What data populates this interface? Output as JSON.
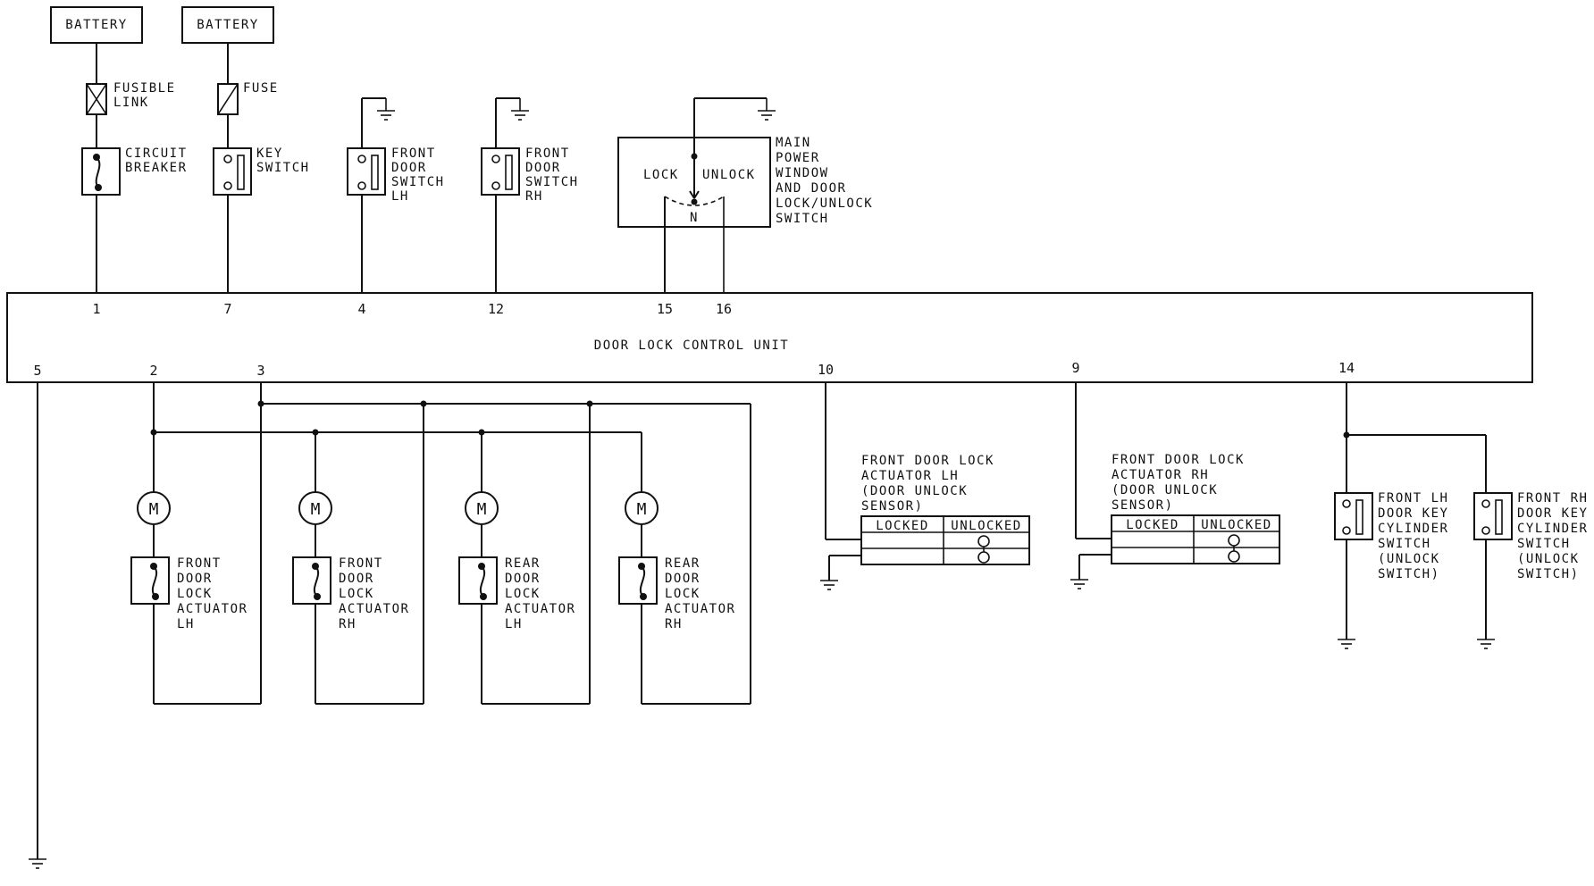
{
  "title": "DOOR LOCK CONTROL UNIT",
  "batteries": [
    "BATTERY",
    "BATTERY"
  ],
  "fusible_link": [
    "FUSIBLE",
    "LINK"
  ],
  "fuse": "FUSE",
  "circuit_breaker": [
    "CIRCUIT",
    "BREAKER"
  ],
  "key_switch": [
    "KEY",
    "SWITCH"
  ],
  "front_door_switch_lh": [
    "FRONT",
    "DOOR",
    "SWITCH",
    "LH"
  ],
  "front_door_switch_rh": [
    "FRONT",
    "DOOR",
    "SWITCH",
    "RH"
  ],
  "main_switch": {
    "label": [
      "MAIN",
      "POWER",
      "WINDOW",
      "AND DOOR",
      "LOCK/UNLOCK",
      "SWITCH"
    ],
    "lock": "LOCK",
    "unlock": "UNLOCK",
    "neutral": "N"
  },
  "pins": {
    "p1": "1",
    "p7": "7",
    "p4": "4",
    "p12": "12",
    "p15": "15",
    "p16": "16",
    "p5": "5",
    "p2": "2",
    "p3": "3",
    "p10": "10",
    "p9": "9",
    "p14": "14"
  },
  "actuators": [
    [
      "FRONT",
      "DOOR",
      "LOCK",
      "ACTUATOR",
      "LH"
    ],
    [
      "FRONT",
      "DOOR",
      "LOCK",
      "ACTUATOR",
      "RH"
    ],
    [
      "REAR",
      "DOOR",
      "LOCK",
      "ACTUATOR",
      "LH"
    ],
    [
      "REAR",
      "DOOR",
      "LOCK",
      "ACTUATOR",
      "RH"
    ]
  ],
  "motor_symbol": "M",
  "sensor_lh": [
    "FRONT DOOR LOCK",
    "ACTUATOR LH",
    "(DOOR UNLOCK",
    "SENSOR)"
  ],
  "sensor_rh": [
    "FRONT DOOR LOCK",
    "ACTUATOR RH",
    "(DOOR UNLOCK",
    "SENSOR)"
  ],
  "sensor_table": {
    "locked": "LOCKED",
    "unlocked": "UNLOCKED"
  },
  "key_cyl_lh": [
    "FRONT LH",
    "DOOR KEY",
    "CYLINDER",
    "SWITCH",
    "(UNLOCK",
    "SWITCH)"
  ],
  "key_cyl_rh": [
    "FRONT RH",
    "DOOR KEY",
    "CYLINDER",
    "SWITCH",
    "(UNLOCK",
    "SWITCH)"
  ]
}
